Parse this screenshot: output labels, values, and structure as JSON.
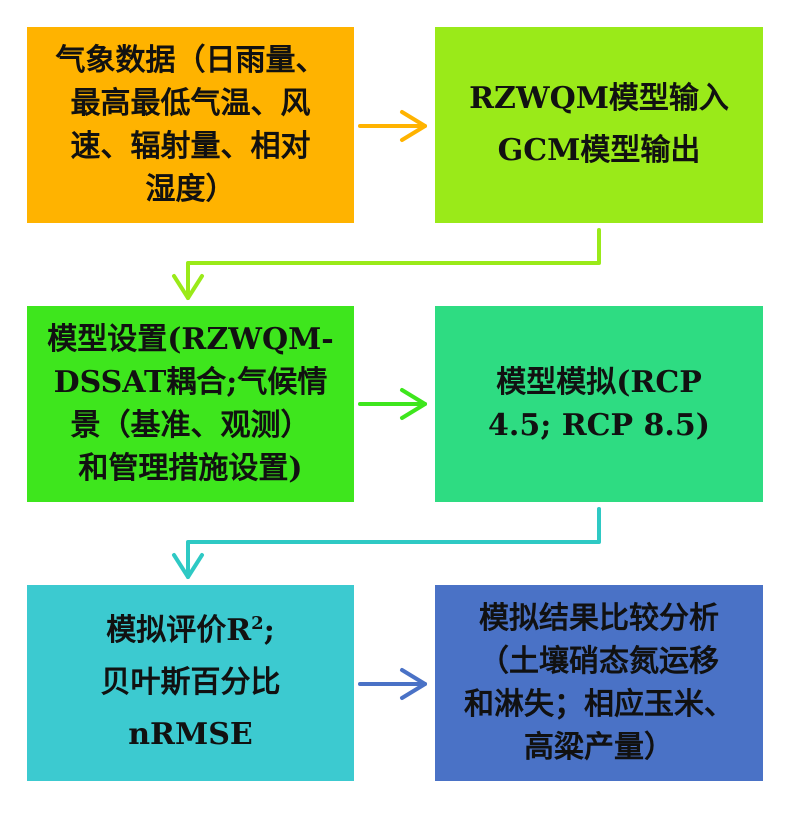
{
  "boxes": [
    {
      "id": "weather-data",
      "color": "#ffb300",
      "lines": [
        "气象数据（日雨量、",
        "最高最低气温、风",
        "速、辐射量、相对",
        "湿度）"
      ]
    },
    {
      "id": "rzwqm-input",
      "color": "#9aea19",
      "lines": [
        "RZWQM模型输入",
        "GCM模型输出"
      ]
    },
    {
      "id": "model-setup",
      "color": "#3ee61d",
      "lines": [
        "模型设置(RZWQM-",
        "DSSAT耦合;气候情",
        "景（基准、观测）",
        "和管理措施设置)"
      ]
    },
    {
      "id": "model-simulation",
      "color": "#2edc82",
      "lines": [
        "模型模拟(RCP",
        "4.5; RCP 8.5)"
      ]
    },
    {
      "id": "model-evaluation",
      "color": "#3ccad0",
      "line1_text": "模拟评价R",
      "line1_sup": "2",
      "line1_tail": ";",
      "lines": [
        "贝叶斯百分比",
        "nRMSE"
      ]
    },
    {
      "id": "result-analysis",
      "color": "#4a72c6",
      "lines": [
        "模拟结果比较分析",
        "（土壤硝态氮运移",
        "和淋失；相应玉米、",
        "高粱产量）"
      ]
    }
  ],
  "arrow_colors": {
    "weather_to_input": "#ffb300",
    "input_to_setup": "#9aea19",
    "setup_to_simulation": "#3ee61d",
    "simulation_to_evaluation": "#2ec9c4",
    "evaluation_to_analysis": "#4a72c6"
  }
}
